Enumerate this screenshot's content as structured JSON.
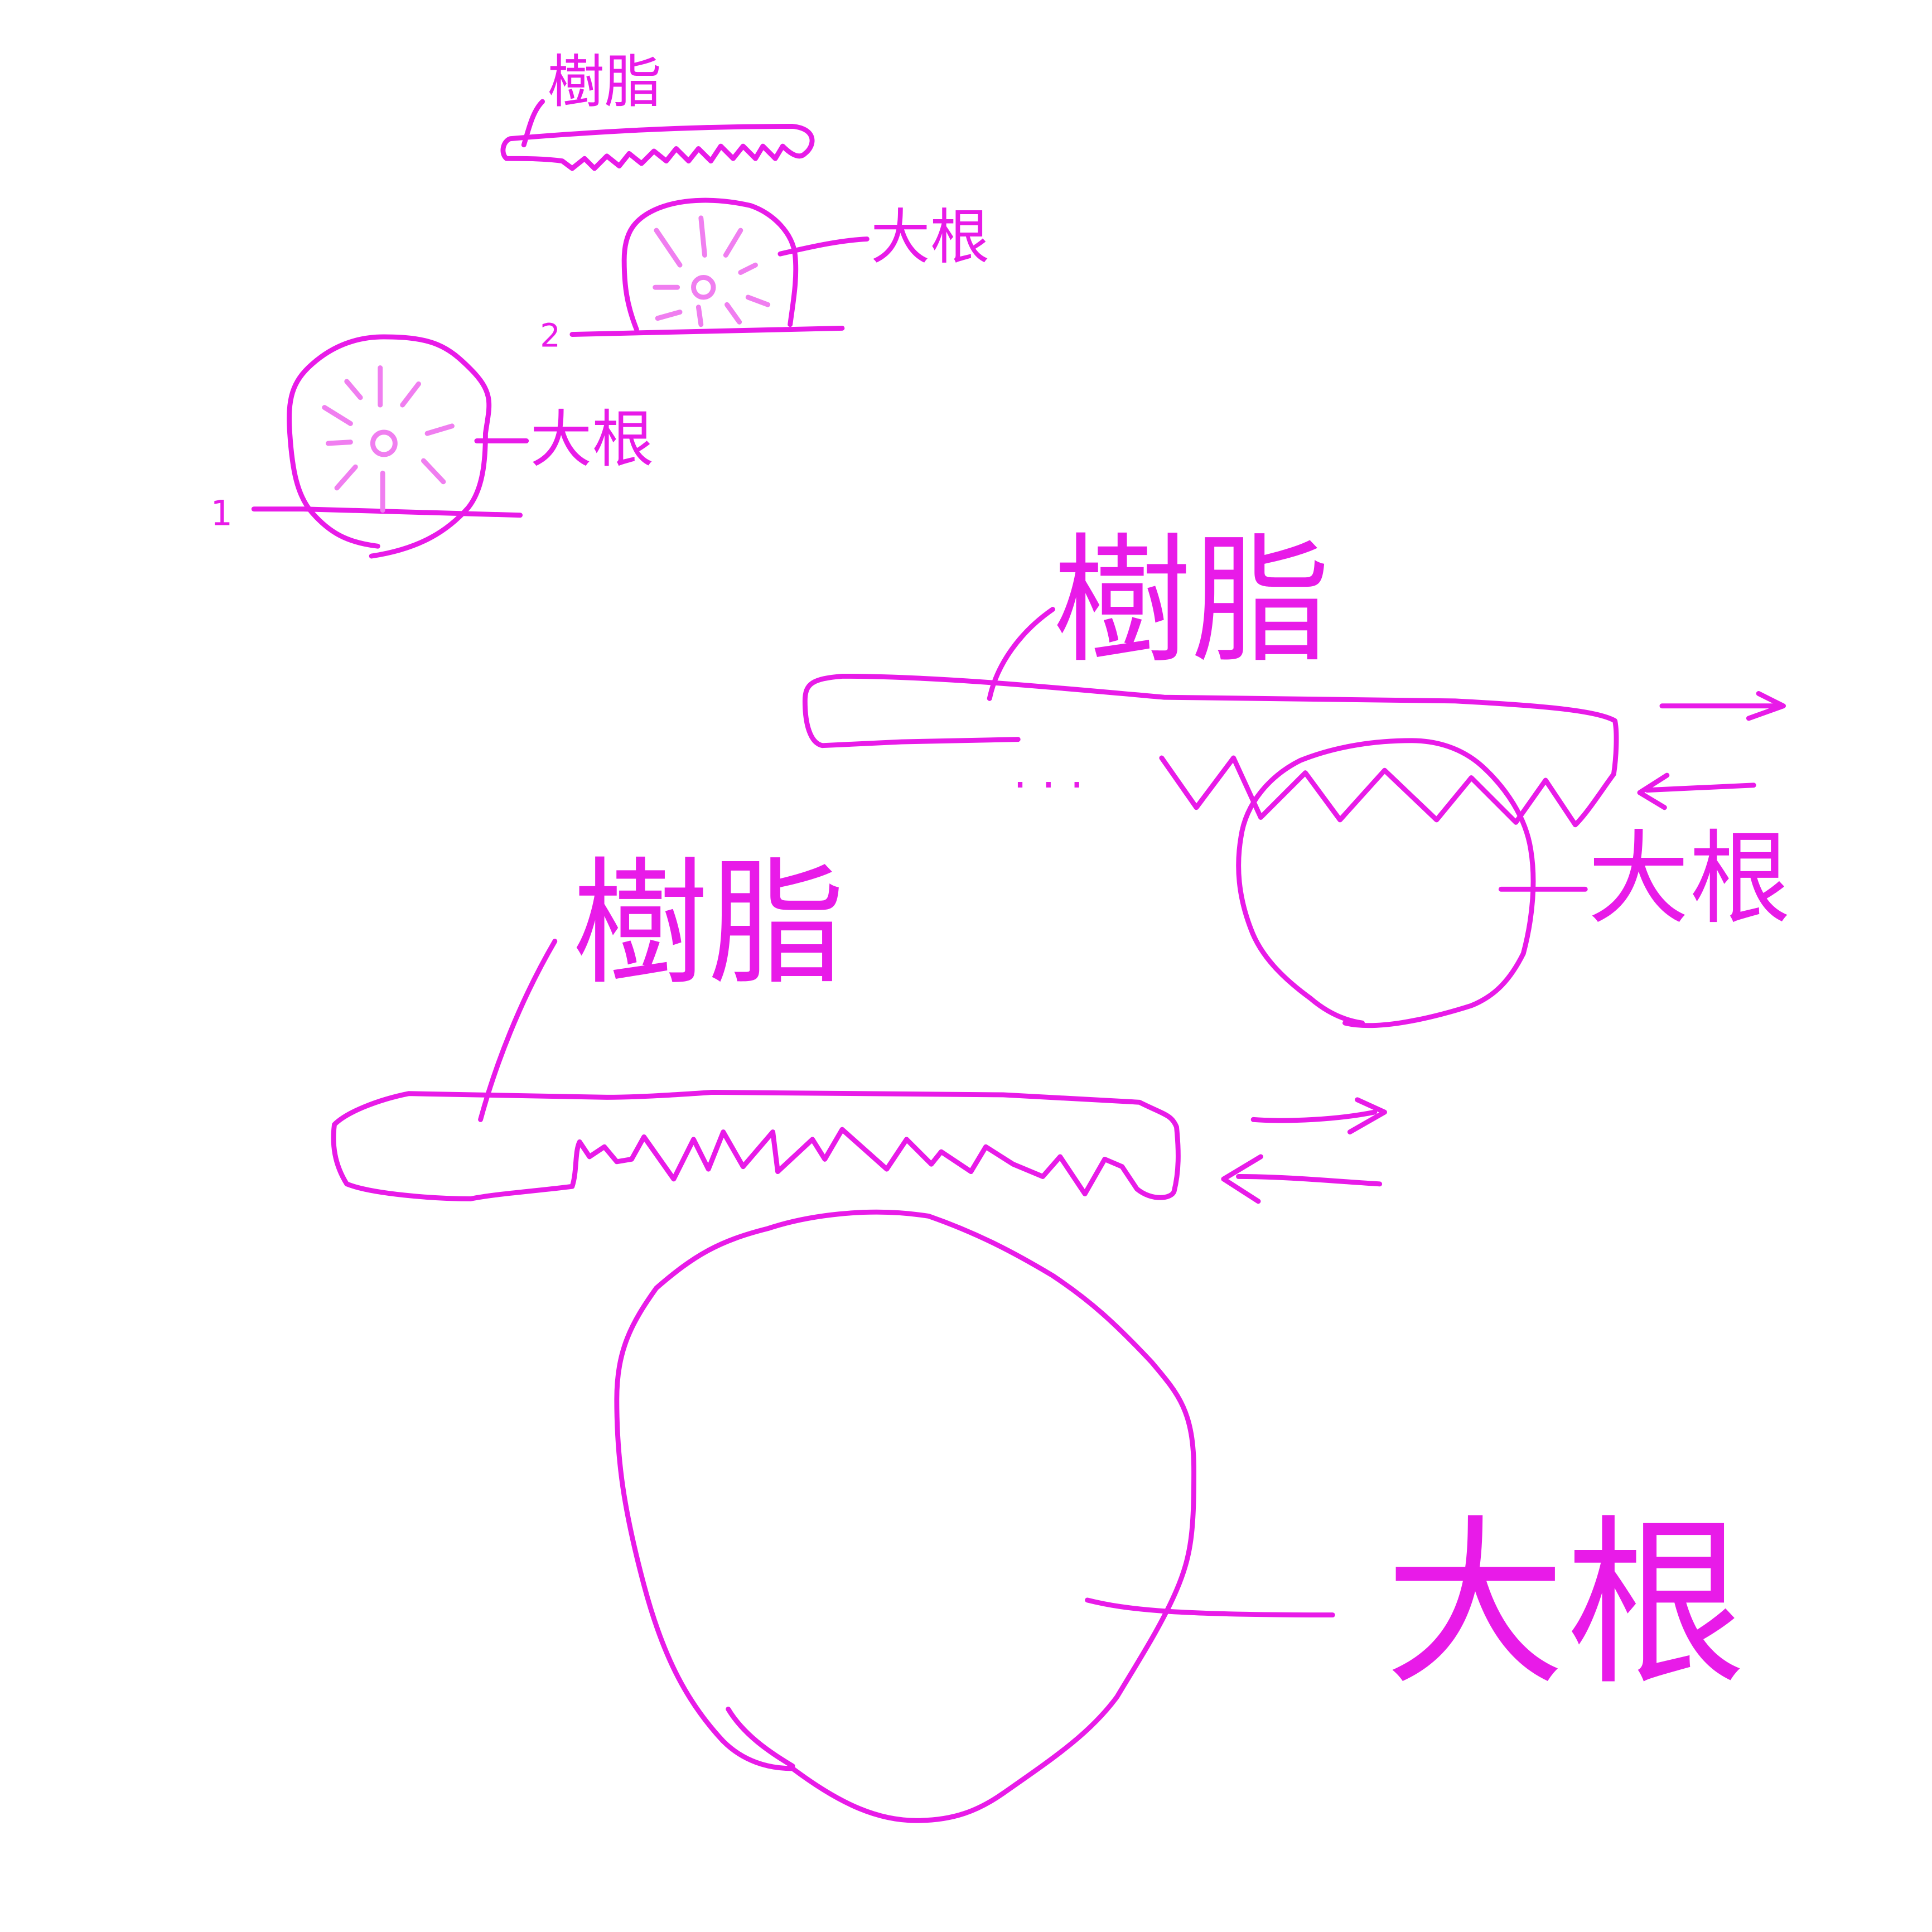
{
  "colors": {
    "ink": "#e81be8",
    "ink_light": "#f07ef0",
    "background": "#ffffff"
  },
  "labels": {
    "resin": "樹脂",
    "daikon": "大根",
    "step_1": "1",
    "step_2": "2",
    "ellipsis": ". . ."
  }
}
